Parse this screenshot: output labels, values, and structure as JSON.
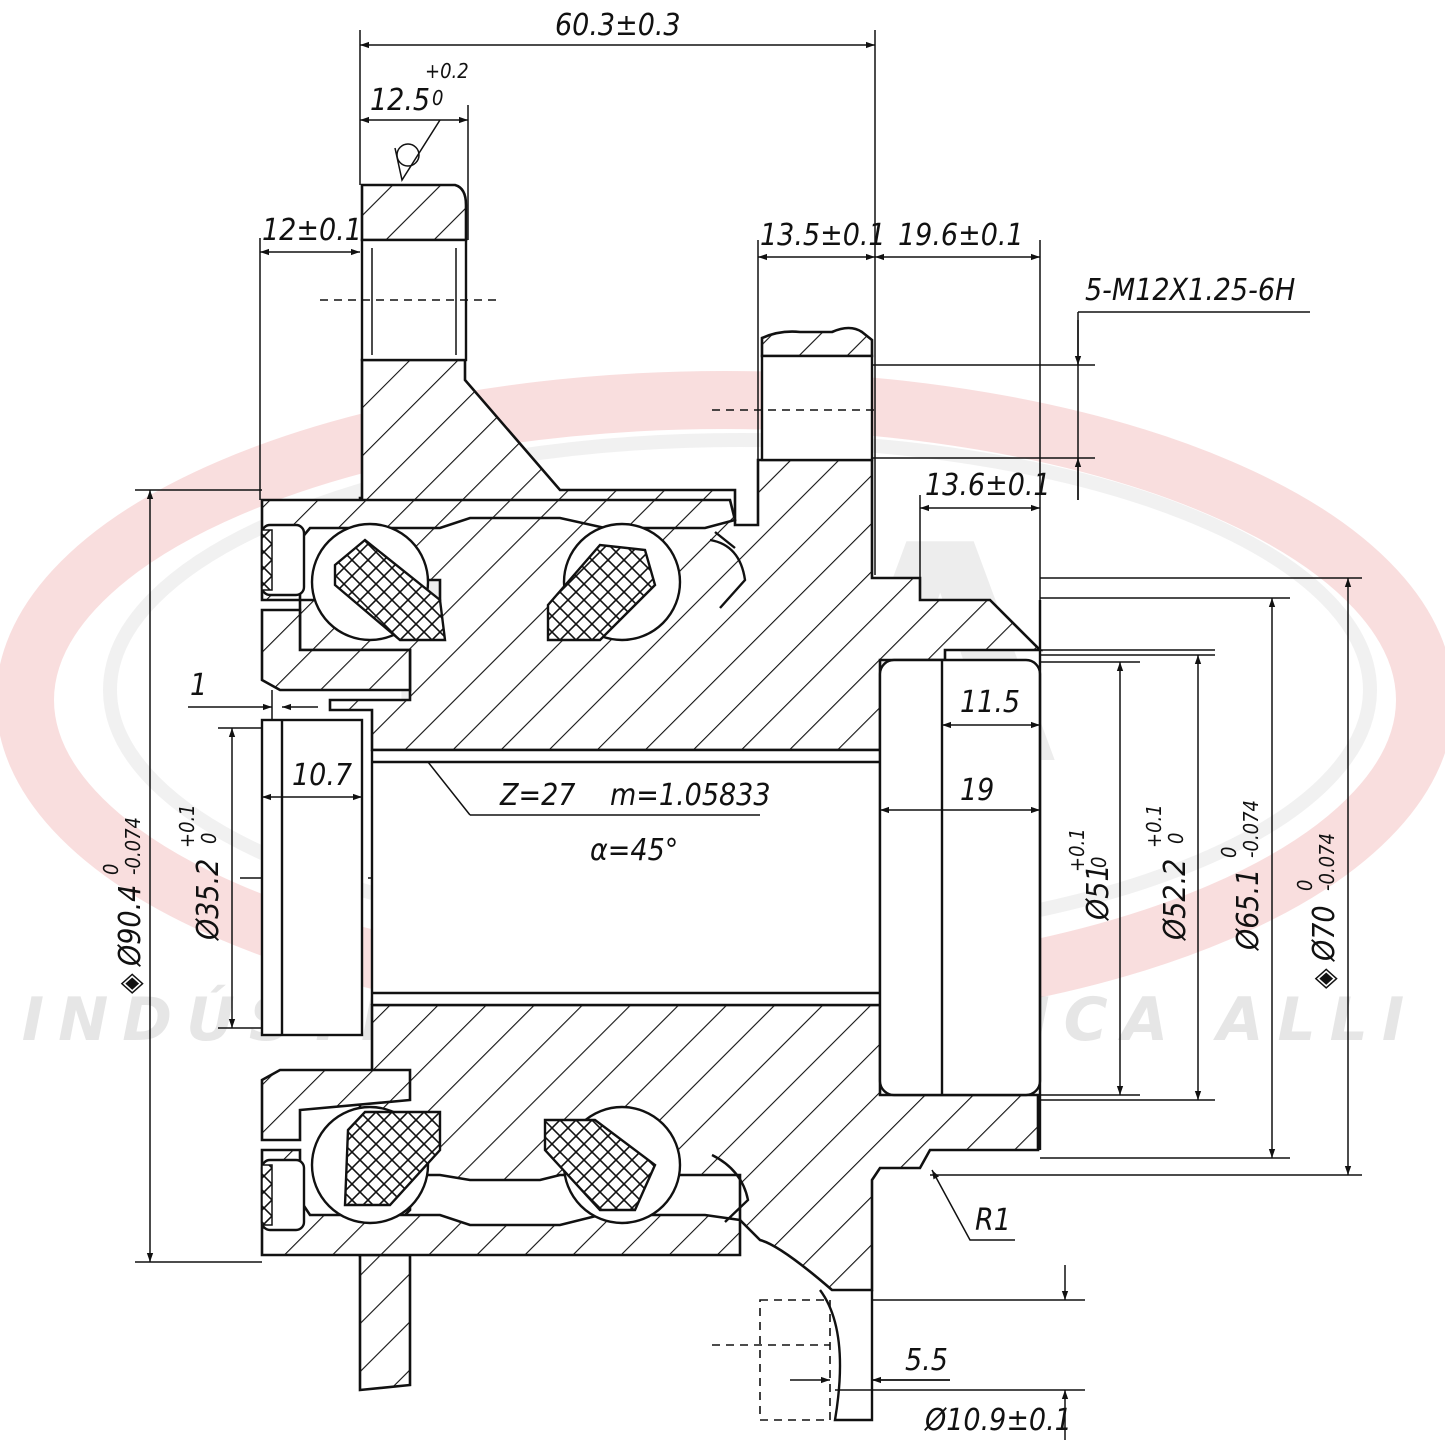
{
  "watermark": {
    "logo_letters": "IMA",
    "company": "INDÚSTRIA METALÚRGICA ALLI",
    "ring_color": "#f2b6b6",
    "text_color": "#c9c9c9"
  },
  "dimensions": {
    "overall_width": "60.3±0.3",
    "flange_thickness": "12.5",
    "flange_tol_upper": "+0.2",
    "flange_tol_lower": "0",
    "seal_width": "12±0.1",
    "stud_offset": "13.5±0.1",
    "bolt_depth": "19.6±0.1",
    "thread_spec": "5-M12X1.25-6H",
    "pilot_length": "13.6±0.1",
    "gap": "1",
    "inner_length": "10.7",
    "recess_11": "11.5",
    "bore_depth": "19",
    "outer_diameter": "Ø90.4",
    "outer_diameter_tol_upper": "0",
    "outer_diameter_tol_lower": "-0.074",
    "bore_diameter": "Ø35.2",
    "bore_tol_upper": "+0.1",
    "bore_tol_lower": "0",
    "d51": "Ø51",
    "d51_tol_upper": "+0.1",
    "d51_tol_lower": "0",
    "d52": "Ø52.2",
    "d52_tol_upper": "+0.1",
    "d52_tol_lower": "0",
    "d65": "Ø65.1",
    "d65_tol_upper": "0",
    "d65_tol_lower": "-0.074",
    "d70": "Ø70",
    "d70_tol_upper": "0",
    "d70_tol_lower": "-0.074",
    "radius": "R1",
    "chamfer": "5.5",
    "hole_diameter": "Ø10.9±0.1"
  },
  "spline": {
    "teeth": "Z=27",
    "module": "m=1.05833",
    "angle": "α=45°"
  }
}
